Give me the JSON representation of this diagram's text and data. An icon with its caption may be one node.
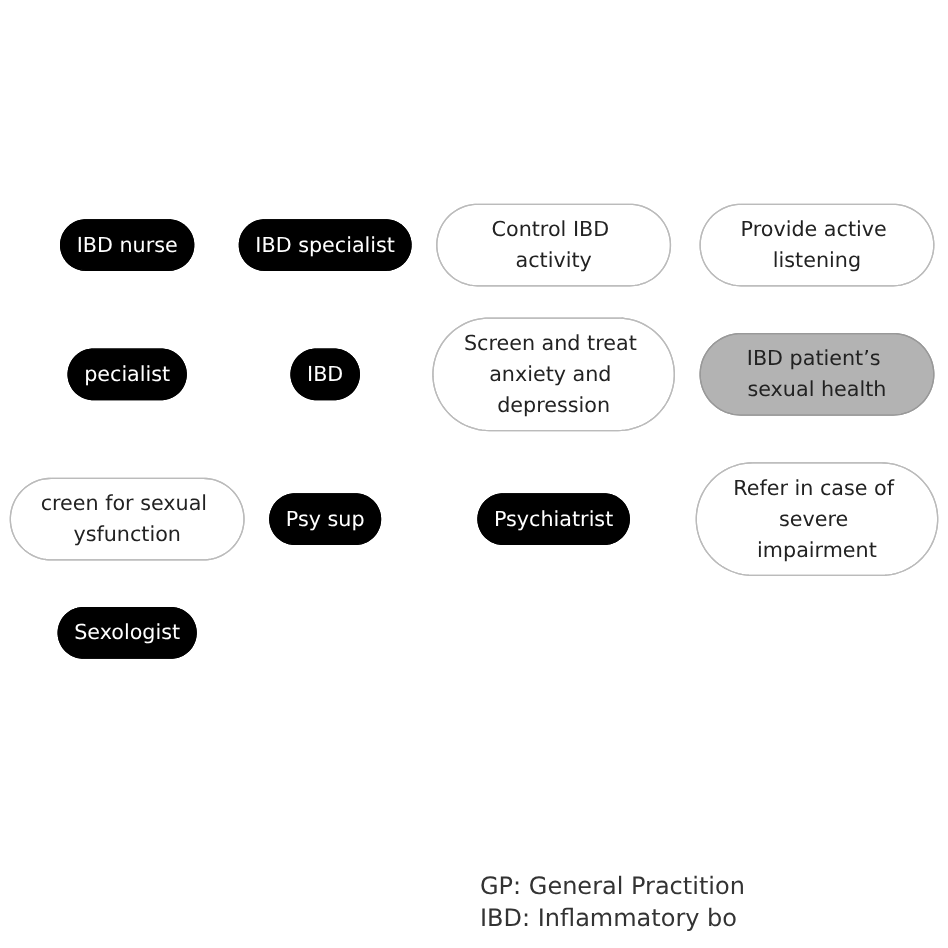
{
  "diagram": {
    "nodes": [
      {
        "text": [
          "IBD nurse"
        ]
      },
      {
        "text": [
          "Provide active listening"
        ]
      },
      {
        "text": [
          "Control IBD activity"
        ]
      },
      {
        "text": [
          "IBD specialist"
        ]
      },
      {
        "text": [
          "pecialist"
        ]
      },
      {
        "text": [
          "IBD"
        ]
      },
      {
        "text": [
          "creen for sexual ysfunction"
        ]
      },
      {
        "text": [
          "IBD patient’s sexual health"
        ]
      },
      {
        "text": [
          "Screen and treat anxiety and depression"
        ]
      },
      {
        "text": [
          "Psy sup"
        ]
      },
      {
        "text": [
          "Psychiatrist"
        ]
      },
      {
        "text": [
          "Refer in case of severe impairment"
        ]
      },
      {
        "text": [
          "Sexologist"
        ]
      }
    ],
    "edges": [],
    "labels": [
      "GP: General Practition",
      "IBD: Inflammatory bo"
    ]
  }
}
